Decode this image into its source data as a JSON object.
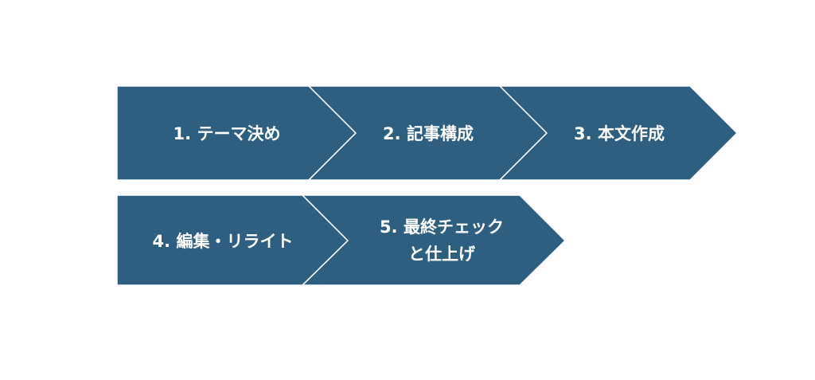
{
  "diagram": {
    "type": "chevron-process-flow",
    "colors": {
      "fill": "#2f5f80",
      "separator": "#ffffff",
      "text": "#ffffff",
      "background": "#ffffff"
    },
    "rows": [
      {
        "steps": [
          {
            "lines": [
              "1. テーマ決め"
            ]
          },
          {
            "lines": [
              "2. 記事構成"
            ]
          },
          {
            "lines": [
              "3. 本文作成"
            ]
          }
        ]
      },
      {
        "steps": [
          {
            "lines": [
              "4. 編集・リライト"
            ]
          },
          {
            "lines": [
              "5. 最終チェック",
              "と仕上げ"
            ]
          }
        ]
      }
    ]
  }
}
